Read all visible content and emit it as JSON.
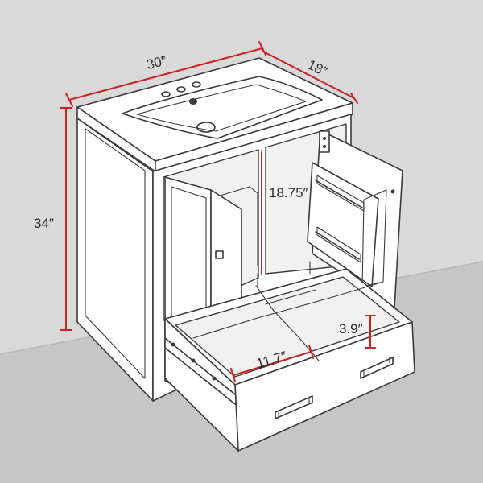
{
  "dimensions": {
    "width": "30″",
    "depth": "18″",
    "height": "34″",
    "cabinet_interior_height": "18.75″",
    "drawer_depth": "3.9″",
    "drawer_width": "11.7″"
  },
  "colors": {
    "background": "#d9d9d9",
    "floor": "#c6c6c6",
    "dimension_line": "#cc1f1f",
    "outline": "#3a3a3a"
  }
}
